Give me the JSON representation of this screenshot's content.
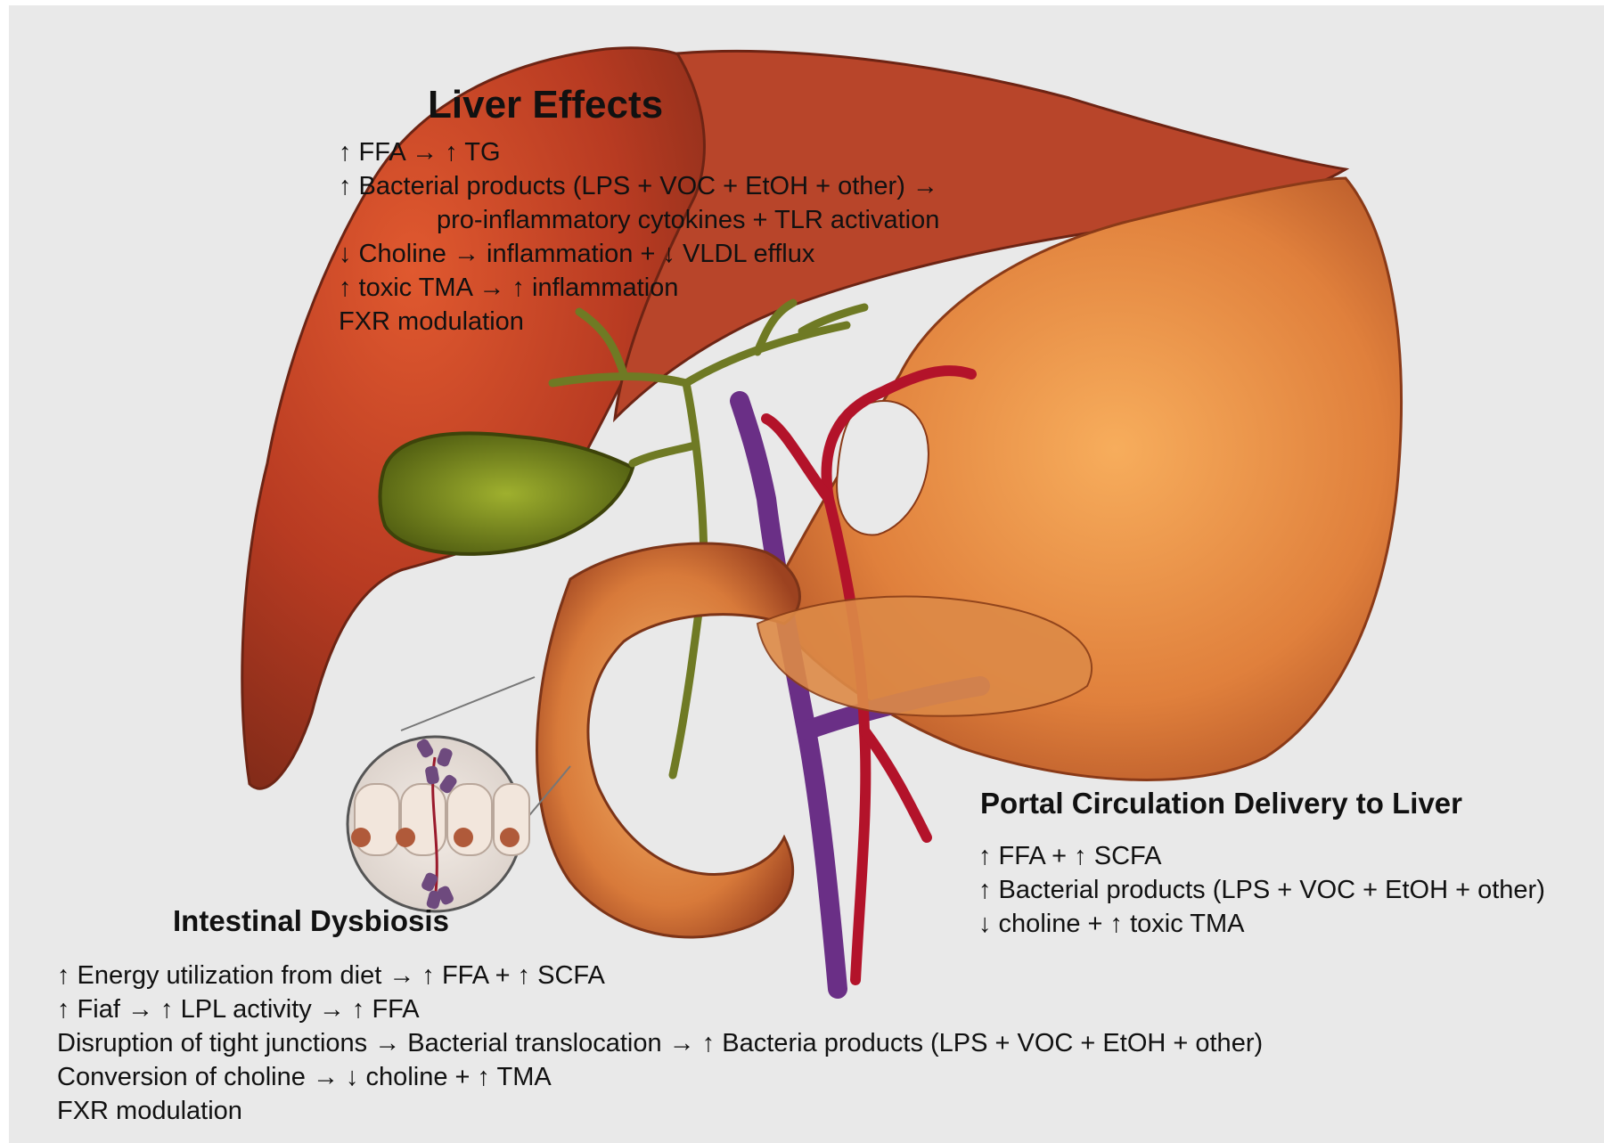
{
  "liver_effects": {
    "title": "Liver Effects",
    "lines": [
      "↑ FFA → ↑ TG",
      "↑ Bacterial products (LPS + VOC + EtOH + other) →",
      "pro-inflammatory cytokines + TLR activation",
      "↓ Choline → inflammation + ↓ VLDL efflux",
      "↑ toxic TMA → ↑ inflammation",
      "FXR modulation"
    ]
  },
  "portal_circulation": {
    "title": "Portal Circulation Delivery to Liver",
    "lines": [
      "↑ FFA + ↑ SCFA",
      "↑ Bacterial products (LPS + VOC + EtOH + other)",
      "↓ choline + ↑ toxic TMA"
    ]
  },
  "intestinal_dysbiosis": {
    "title": "Intestinal Dysbiosis",
    "lines": [
      "↑ Energy utilization from diet → ↑ FFA + ↑ SCFA",
      "↑ Fiaf → ↑ LPL activity → ↑ FFA",
      "Disruption of tight junctions → Bacterial translocation → ↑ Bacteria products (LPS + VOC + EtOH + other)",
      "Conversion of choline → ↓ choline + ↑ TMA",
      "FXR modulation"
    ]
  },
  "colors": {
    "background": "#e9e9e9",
    "liver": "#c0452a",
    "gallbladder": "#7c8a1f",
    "pancreas": "#e39a4f",
    "vein": "#6a2f86",
    "artery": "#b3132a"
  }
}
